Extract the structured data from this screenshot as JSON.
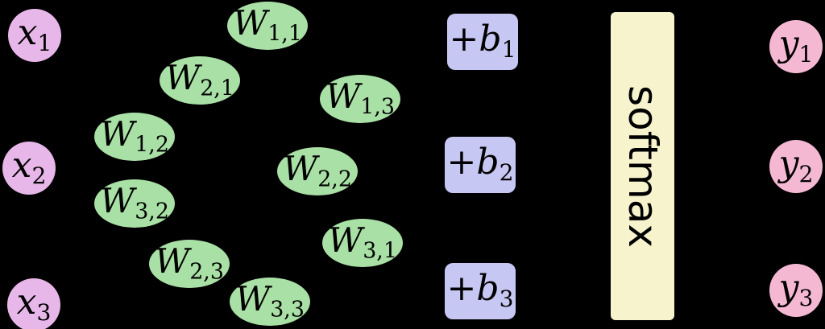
{
  "diagram": {
    "type": "softmax-regression-network",
    "background": "#000000",
    "palette": {
      "input_fill": "#e7b7e9",
      "weight_fill": "#a9e0a5",
      "bias_fill": "#c7c7f3",
      "softmax_fill": "#f7f4cd",
      "output_fill": "#f5b8d3",
      "text": "#000000"
    },
    "softmax_label": "softmax",
    "inputs": [
      {
        "main": "x",
        "sub": "1"
      },
      {
        "main": "x",
        "sub": "2"
      },
      {
        "main": "x",
        "sub": "3"
      }
    ],
    "weights": [
      {
        "main": "W",
        "sub": "1,1"
      },
      {
        "main": "W",
        "sub": "2,1"
      },
      {
        "main": "W",
        "sub": "1,2"
      },
      {
        "main": "W",
        "sub": "3,2"
      },
      {
        "main": "W",
        "sub": "2,3"
      },
      {
        "main": "W",
        "sub": "3,3"
      },
      {
        "main": "W",
        "sub": "1,3"
      },
      {
        "main": "W",
        "sub": "2,2"
      },
      {
        "main": "W",
        "sub": "3,1"
      }
    ],
    "biases": [
      {
        "prefix": "+",
        "main": "b",
        "sub": "1"
      },
      {
        "prefix": "+",
        "main": "b",
        "sub": "2"
      },
      {
        "prefix": "+",
        "main": "b",
        "sub": "3"
      }
    ],
    "outputs": [
      {
        "main": "y",
        "sub": "1"
      },
      {
        "main": "y",
        "sub": "2"
      },
      {
        "main": "y",
        "sub": "3"
      }
    ]
  }
}
